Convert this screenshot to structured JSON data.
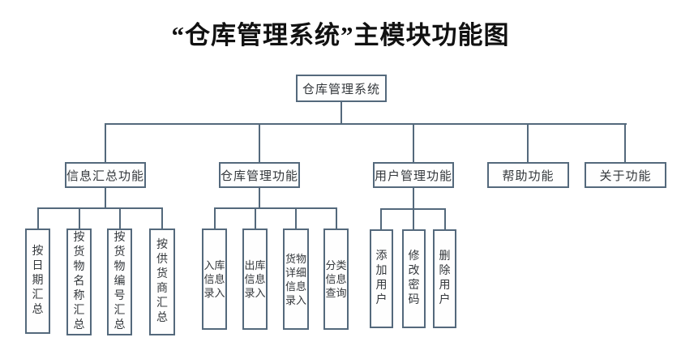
{
  "title": "“仓库管理系统”主模块功能图",
  "colors": {
    "line": "#54697c",
    "text": "#34383c",
    "title_text": "#111111",
    "background": "#ffffff"
  },
  "root": {
    "label": "仓库管理系统"
  },
  "level2": [
    {
      "label": "信息汇总功能"
    },
    {
      "label": "仓库管理功能"
    },
    {
      "label": "用户管理功能"
    },
    {
      "label": "帮助功能"
    },
    {
      "label": "关于功能"
    }
  ],
  "children": {
    "info_summary": [
      {
        "label": "按日期汇总",
        "display": "按\n日\n期\n汇\n总"
      },
      {
        "label": "按货物名称汇总",
        "display": "按\n货\n物\n名\n称\n汇\n总"
      },
      {
        "label": "按货物编号汇总",
        "display": "按\n货\n物\n编\n号\n汇\n总"
      },
      {
        "label": "按供货商汇总",
        "display": "按\n供\n货\n商\n汇\n总"
      }
    ],
    "warehouse_mgmt": [
      {
        "label": "入库信息录入",
        "display": "入库\n信息\n录入"
      },
      {
        "label": "出库信息录入",
        "display": "出库\n信息\n录入"
      },
      {
        "label": "货物详细信息录入",
        "display": "货物\n详细\n信息\n录入"
      },
      {
        "label": "分类信息查询",
        "display": "分类\n信息\n查询"
      }
    ],
    "user_mgmt": [
      {
        "label": "添加用户",
        "display": "添\n加\n用\n户"
      },
      {
        "label": "修改密码",
        "display": "修\n改\n密\n码"
      },
      {
        "label": "删除用户",
        "display": "删\n除\n用\n户"
      }
    ]
  }
}
